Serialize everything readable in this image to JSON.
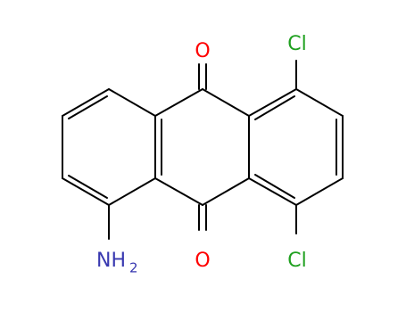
{
  "atoms": {
    "o_top": "O",
    "o_bottom": "O",
    "cl_top": "Cl",
    "cl_bottom": "Cl",
    "n_amino": "NH",
    "n_amino_sub": "2"
  },
  "colors": {
    "bond": "#000000",
    "oxygen": "#ff0000",
    "chlorine": "#1fa01f",
    "nitrogen": "#3838b0"
  }
}
